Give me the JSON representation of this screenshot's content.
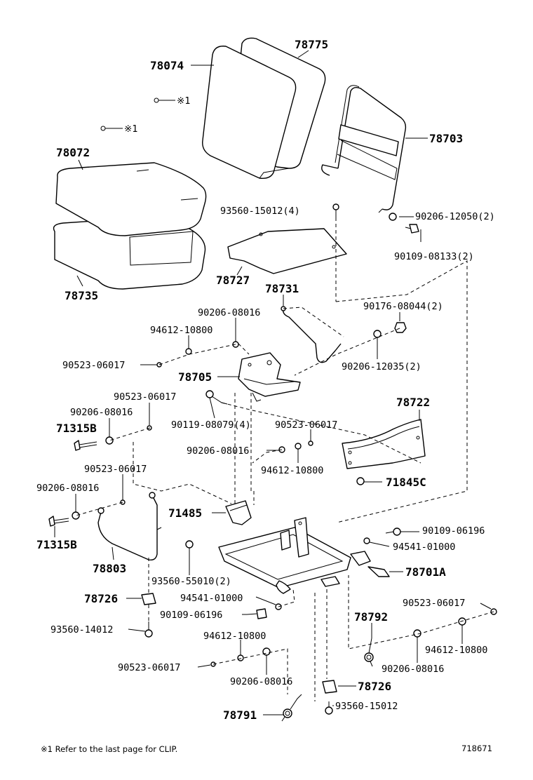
{
  "labels": {
    "p78775": "78775",
    "p78074": "78074",
    "clip1": "※1",
    "clip2": "※1",
    "p78703": "78703",
    "p78072": "78072",
    "p93560_15012_4": "93560-15012(4)",
    "p90206_12050_2": "90206-12050(2)",
    "p90109_08133_2": "90109-08133(2)",
    "p78735": "78735",
    "p78727": "78727",
    "p78731": "78731",
    "p90206_08016_a": "90206-08016",
    "p90176_08044_2": "90176-08044(2)",
    "p94612_10800_a": "94612-10800",
    "p90523_06017_a": "90523-06017",
    "p90206_12035_2": "90206-12035(2)",
    "p78705": "78705",
    "p90523_06017_b": "90523-06017",
    "p78722": "78722",
    "p90206_08016_b": "90206-08016",
    "p90119_08079_4": "90119-08079(4)",
    "p90523_06017_c": "90523-06017",
    "p71315b_a": "71315B",
    "p90206_08016_c": "90206-08016",
    "p94612_10800_b": "94612-10800",
    "p90523_06017_d": "90523-06017",
    "p71845c": "71845C",
    "p90206_08016_d": "90206-08016",
    "p71485": "71485",
    "p90109_06196_a": "90109-06196",
    "p94541_01000_a": "94541-01000",
    "p71315b_b": "71315B",
    "p78803": "78803",
    "p78701a": "78701A",
    "p93560_55010_2": "93560-55010(2)",
    "p78726_a": "78726",
    "p94541_01000_b": "94541-01000",
    "p90523_06017_e": "90523-06017",
    "p90109_06196_b": "90109-06196",
    "p78792": "78792",
    "p93560_14012": "93560-14012",
    "p94612_10800_c": "94612-10800",
    "p94612_10800_d": "94612-10800",
    "p90523_06017_f": "90523-06017",
    "p90206_08016_e": "90206-08016",
    "p90206_08016_f": "90206-08016",
    "p78726_b": "78726",
    "p93560_15012": "93560-15012",
    "p78791": "78791"
  },
  "footnote": "※1  Refer to the last page for CLIP.",
  "diagram_id": "718671"
}
